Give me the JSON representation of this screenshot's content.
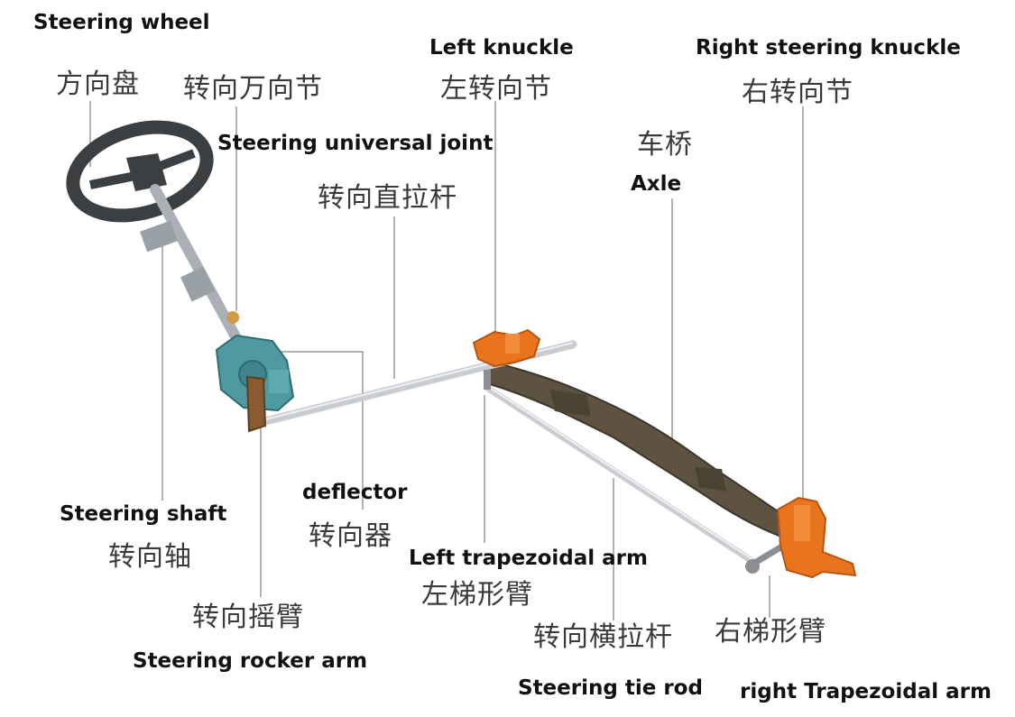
{
  "labels": {
    "steering_wheel": {
      "en": "Steering wheel",
      "zh": "方向盘"
    },
    "universal_joint": {
      "en": "Steering universal joint",
      "zh": "转向万向节"
    },
    "left_knuckle": {
      "en": "Left knuckle",
      "zh": "左转向节"
    },
    "right_knuckle": {
      "en": "Right steering knuckle",
      "zh": "右转向节"
    },
    "axle": {
      "en": "Axle",
      "zh": "车桥"
    },
    "drag_link": {
      "zh": "转向直拉杆"
    },
    "steering_shaft": {
      "en": "Steering shaft",
      "zh": "转向轴"
    },
    "deflector": {
      "en": "deflector",
      "zh": "转向器"
    },
    "rocker_arm": {
      "en": "Steering rocker arm",
      "zh": "转向摇臂"
    },
    "left_trap_arm": {
      "en": "Left trapezoidal arm",
      "zh": "左梯形臂"
    },
    "tie_rod": {
      "en": "Steering tie rod",
      "zh": "转向横拉杆"
    },
    "right_trap_arm": {
      "en": "right Trapezoidal arm",
      "zh": "右梯形臂"
    }
  },
  "colors": {
    "wheel": "#3b3f42",
    "gearbox": "#4f9aa0",
    "knuckle": "#e8741e",
    "axle": "#5e5340",
    "rod": "#c9ccd0",
    "leader": "#9a9a9a"
  }
}
